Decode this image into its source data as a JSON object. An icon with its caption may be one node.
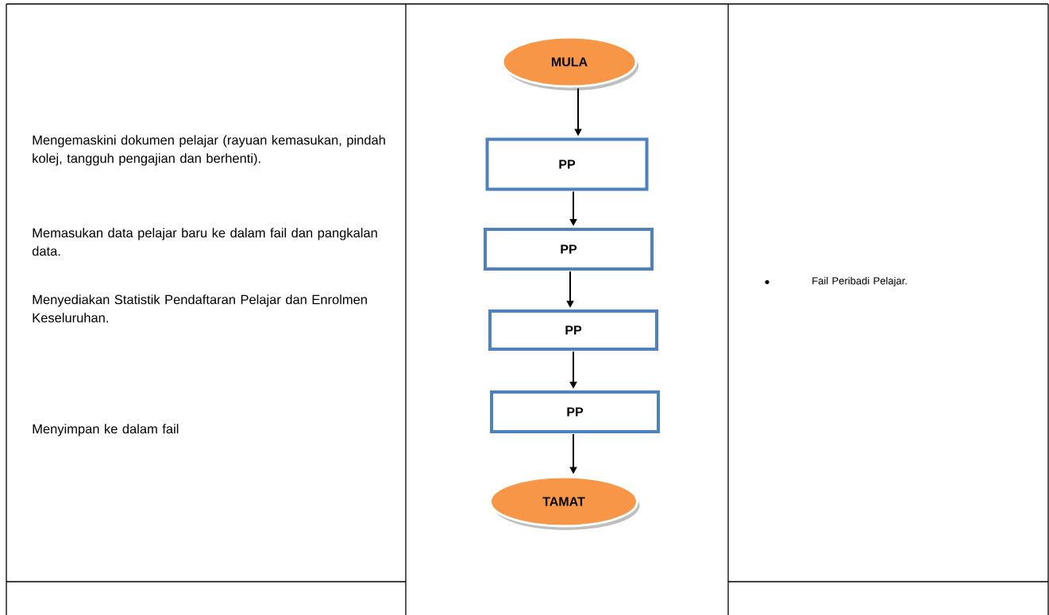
{
  "diagram": {
    "nodes": [
      {
        "text": [
          "MULA"
        ]
      },
      {
        "text": [
          "PP"
        ]
      },
      {
        "text": [
          "PP"
        ]
      },
      {
        "text": [
          "PP"
        ]
      },
      {
        "text": [
          "PP"
        ]
      },
      {
        "text": [
          "TAMAT"
        ]
      }
    ],
    "edges": [
      {
        "from": 0,
        "to": 1,
        "arrow": "to"
      },
      {
        "from": 1,
        "to": 2,
        "arrow": "to"
      },
      {
        "from": 2,
        "to": 3,
        "arrow": "to"
      },
      {
        "from": 3,
        "to": 4,
        "arrow": "to"
      },
      {
        "from": 4,
        "to": 5,
        "arrow": "to"
      }
    ],
    "labels": [
      "Mengemaskini dokumen pelajar (rayuan kemasukan, pindah kolej, tangguh pengajian dan berhenti).",
      "Memasukan data pelajar baru ke dalam fail dan pangkalan data.",
      "Menyediakan Statistik Pendaftaran Pelajar dan Enrolmen Keseluruhan.",
      "Menyimpan ke dalam fail",
      "Fail Peribadi Pelajar."
    ]
  }
}
